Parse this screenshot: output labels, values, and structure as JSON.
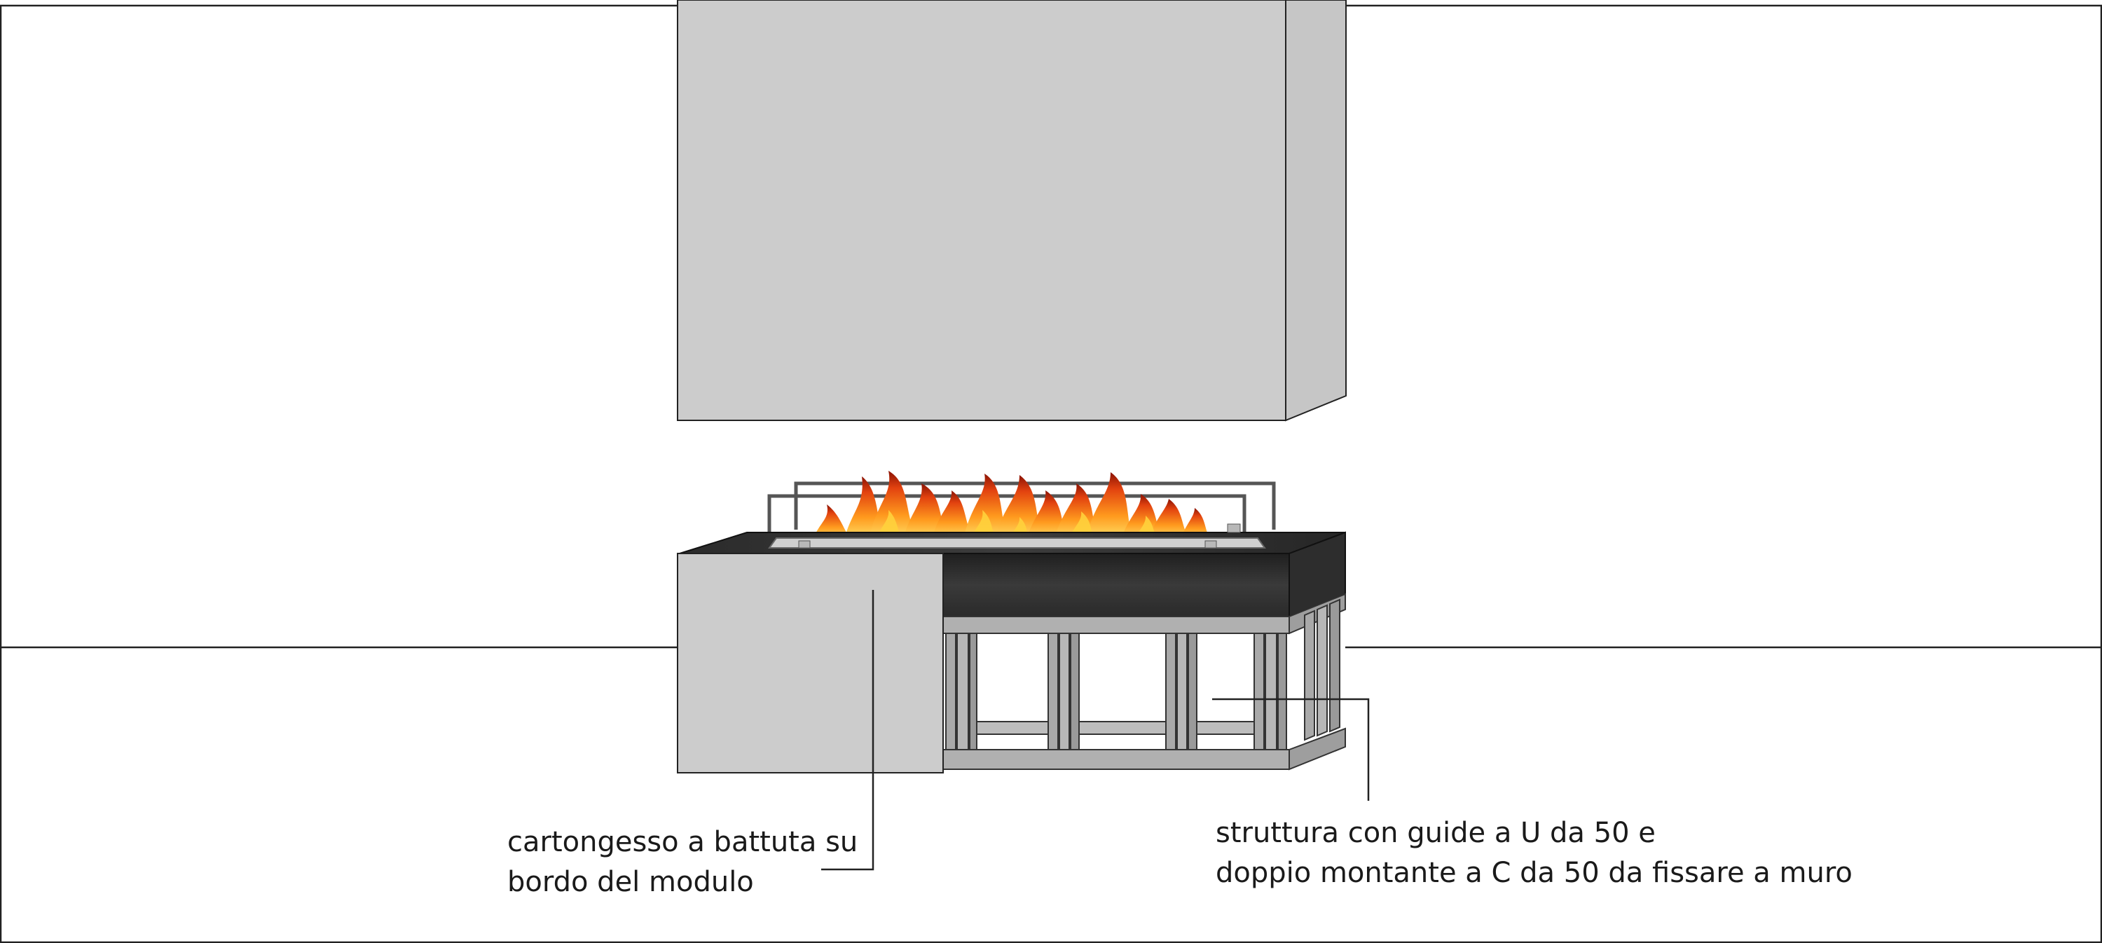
{
  "colors": {
    "background": "#ffffff",
    "line": "#222222",
    "hood_gray": "#cccccc",
    "hood_side": "#c4c4c4",
    "steel_dark": "#2e2e2e",
    "frame_gray": "#a9a9a9",
    "flame_orange": "#f27a12",
    "flame_red": "#c7230c",
    "flame_yellow": "#ffd23c"
  },
  "annotations": {
    "drywall": {
      "line1": "cartongesso a battuta su",
      "line2": "bordo del modulo"
    },
    "structure": {
      "line1": "struttura con guide a U da 50 e",
      "line2": "doppio montante a C da 50 da fissare a muro"
    }
  }
}
